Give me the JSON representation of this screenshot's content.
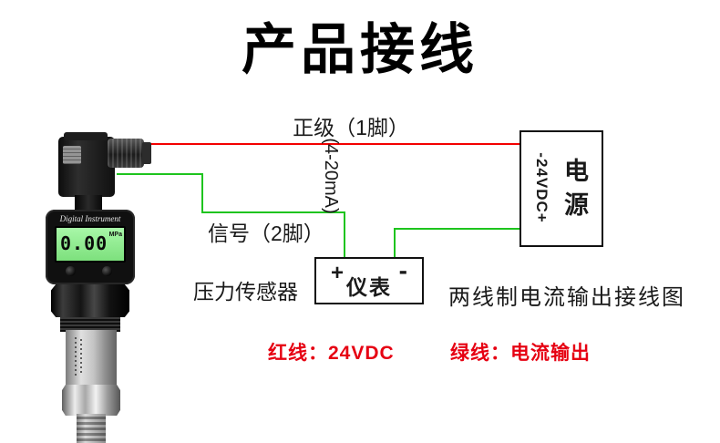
{
  "title": "产品接线",
  "wiring": {
    "positive_label": "正级（1脚）",
    "signal_label": "信号（2脚）",
    "loop_label": "(4-20mA)",
    "sensor_label": "压力传感器",
    "meter_box": {
      "plus": "+",
      "minus": "-",
      "label": "仪表"
    },
    "power_box": {
      "vdc_label": "-24VDC+",
      "label": "电源"
    },
    "caption": "两线制电流输出接线图",
    "notes": {
      "red": "红线：24VDC",
      "green": "绿线：电流输出"
    }
  },
  "device": {
    "brand": "Digital Instrument",
    "lcd_value": "0.00",
    "lcd_unit": "MPa"
  },
  "colors": {
    "wire_red": "#f30000",
    "wire_green": "#1ec41e",
    "note_red": "#e60012",
    "lcd_green": "#8fee8f",
    "box_border": "#111111"
  }
}
